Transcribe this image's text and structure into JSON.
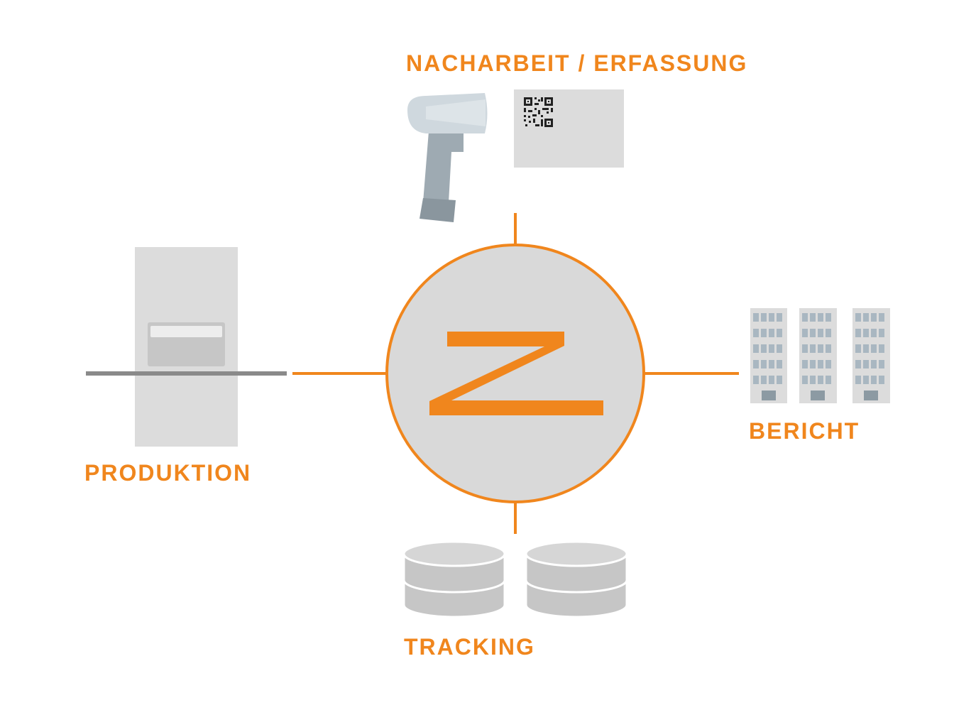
{
  "colors": {
    "accent": "#f0861d",
    "hub_fill": "#d9d9d9",
    "device_light": "#dcdcdc",
    "device_mid": "#c6c6c6",
    "scanner_head": "#cfd8de",
    "scanner_body": "#9eaab2",
    "scanner_grip": "#8a969e",
    "building_window": "#a9b7c1",
    "building_door": "#8c9aa3"
  },
  "icons": {
    "hub": "z-logo-icon",
    "scanner": "barcode-scanner-icon",
    "label": "qr-label-icon",
    "machine": "production-machine-icon",
    "buildings": "office-buildings-icon",
    "databases": "database-icon"
  },
  "nodes": {
    "top": {
      "label": "NACHARBEIT / ERFASSUNG"
    },
    "left": {
      "label": "PRODUKTION"
    },
    "right": {
      "label": "BERICHT"
    },
    "bottom": {
      "label": "TRACKING"
    }
  }
}
